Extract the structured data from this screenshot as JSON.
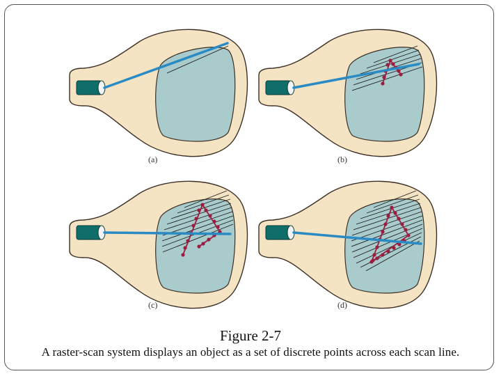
{
  "figure": {
    "title": "Figure 2-7",
    "caption": "A raster-scan system displays an object as a set of discrete points across each scan line."
  },
  "panels": [
    {
      "id": "a",
      "label": "(a)"
    },
    {
      "id": "b",
      "label": "(b)"
    },
    {
      "id": "c",
      "label": "(c)"
    },
    {
      "id": "d",
      "label": "(d)"
    }
  ],
  "colors": {
    "tube_body": "#f5e4c4",
    "tube_outline": "#3b2f24",
    "screen": "#a9cbcc",
    "gun": "#0f6e6a",
    "beam": "#2a8bc4",
    "object_points": "#9b1d3f",
    "scan_lines": "#1a1a1a"
  }
}
